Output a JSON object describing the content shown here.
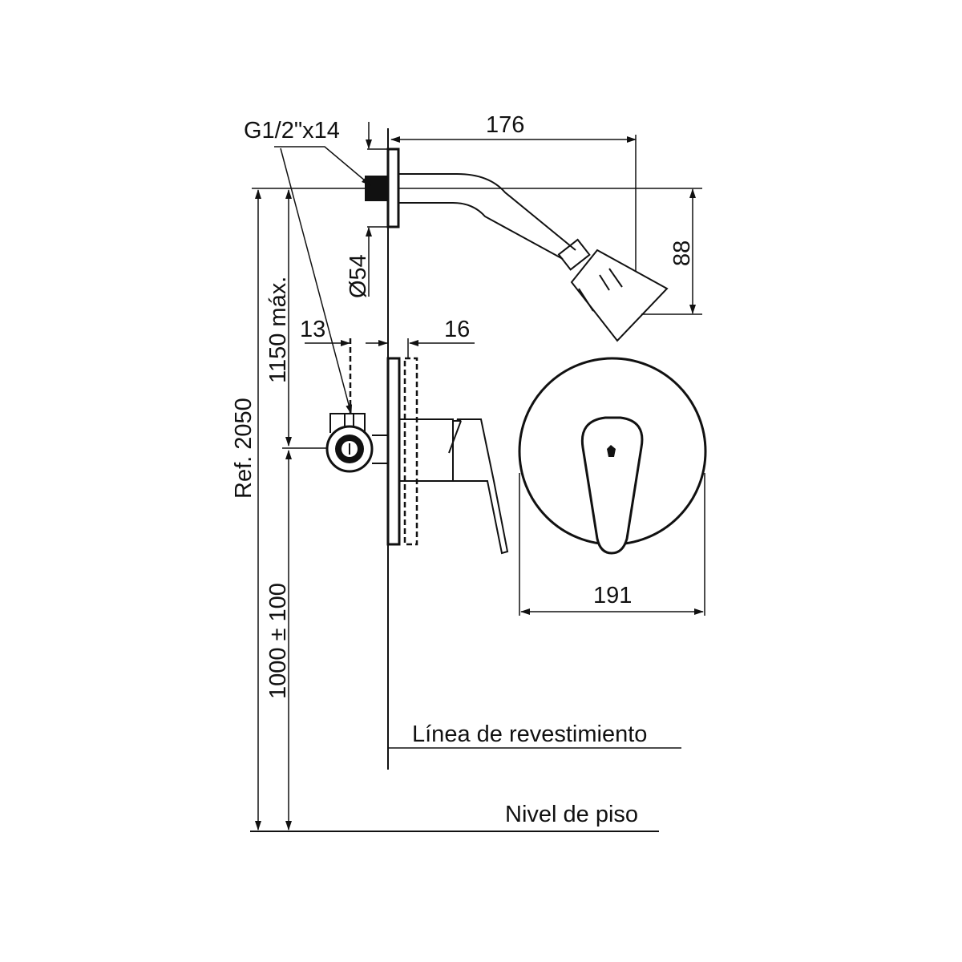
{
  "title": "Shower mixer installation diagram",
  "dimensions": {
    "thread": "G1/2\"x14",
    "arm_length": "176",
    "drop_height": "88",
    "flange_diameter": "Ø54",
    "max_height": "1150 máx.",
    "reference_height": "Ref. 2050",
    "valve_height": "1000 ± 100",
    "depth_min": "13",
    "depth_max": "16",
    "plate_diameter": "191"
  },
  "labels": {
    "finish_line": "Línea de revestimiento",
    "floor_level": "Nivel de piso"
  },
  "colors": {
    "line": "#111111",
    "background": "#ffffff"
  }
}
